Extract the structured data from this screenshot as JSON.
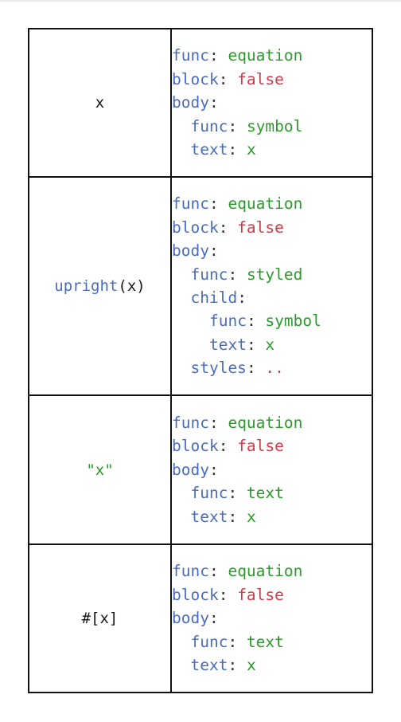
{
  "rows": [
    {
      "source": "x",
      "tree": [
        {
          "key": "func",
          "value": "equation"
        },
        {
          "key": "block",
          "value": "false"
        },
        {
          "key": "body"
        },
        {
          "key": "func",
          "value": "symbol"
        },
        {
          "key": "text",
          "value": "x"
        }
      ]
    },
    {
      "source": {
        "fn": "upright",
        "open": "(",
        "arg": "x",
        "close": ")"
      },
      "tree": [
        {
          "key": "func",
          "value": "equation"
        },
        {
          "key": "block",
          "value": "false"
        },
        {
          "key": "body"
        },
        {
          "key": "func",
          "value": "styled"
        },
        {
          "key": "child"
        },
        {
          "key": "func",
          "value": "symbol"
        },
        {
          "key": "text",
          "value": "x"
        },
        {
          "key": "styles",
          "value": ".."
        }
      ]
    },
    {
      "source": "\"x\"",
      "tree": [
        {
          "key": "func",
          "value": "equation"
        },
        {
          "key": "block",
          "value": "false"
        },
        {
          "key": "body"
        },
        {
          "key": "func",
          "value": "text"
        },
        {
          "key": "text",
          "value": "x"
        }
      ]
    },
    {
      "source": "#[x]",
      "tree": [
        {
          "key": "func",
          "value": "equation"
        },
        {
          "key": "block",
          "value": "false"
        },
        {
          "key": "body"
        },
        {
          "key": "func",
          "value": "text"
        },
        {
          "key": "text",
          "value": "x"
        }
      ]
    }
  ],
  "colors": {
    "key": "#4b6bbd",
    "string_value": "#2a9a2a",
    "boolean_value": "#d43a4a",
    "border": "#111111"
  }
}
